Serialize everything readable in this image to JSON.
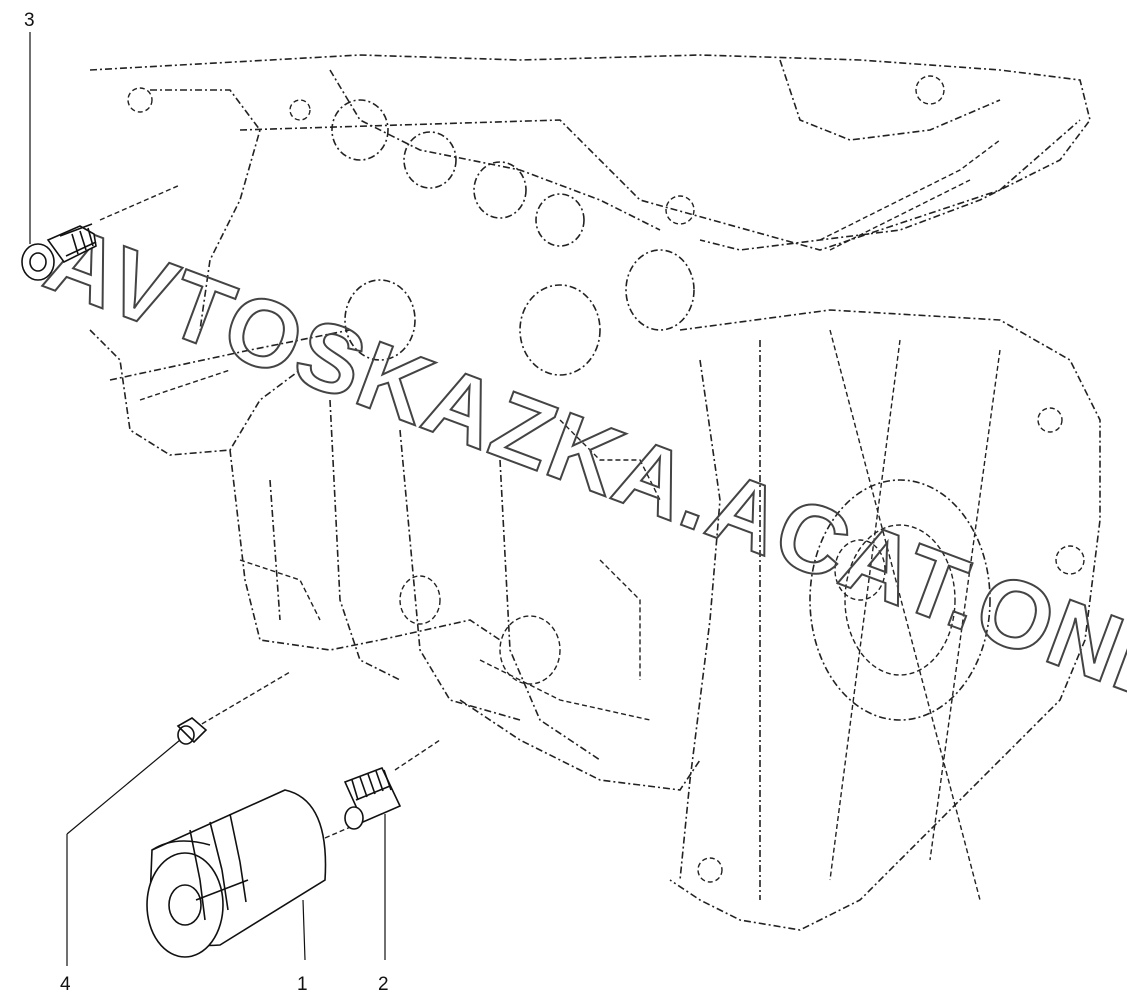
{
  "callouts": {
    "c1": "1",
    "c2": "2",
    "c3": "3",
    "c4": "4"
  },
  "watermark": "AVTOSKAZKA.ACAT.ONLINE",
  "colors": {
    "line": "#222222",
    "background": "#ffffff"
  }
}
